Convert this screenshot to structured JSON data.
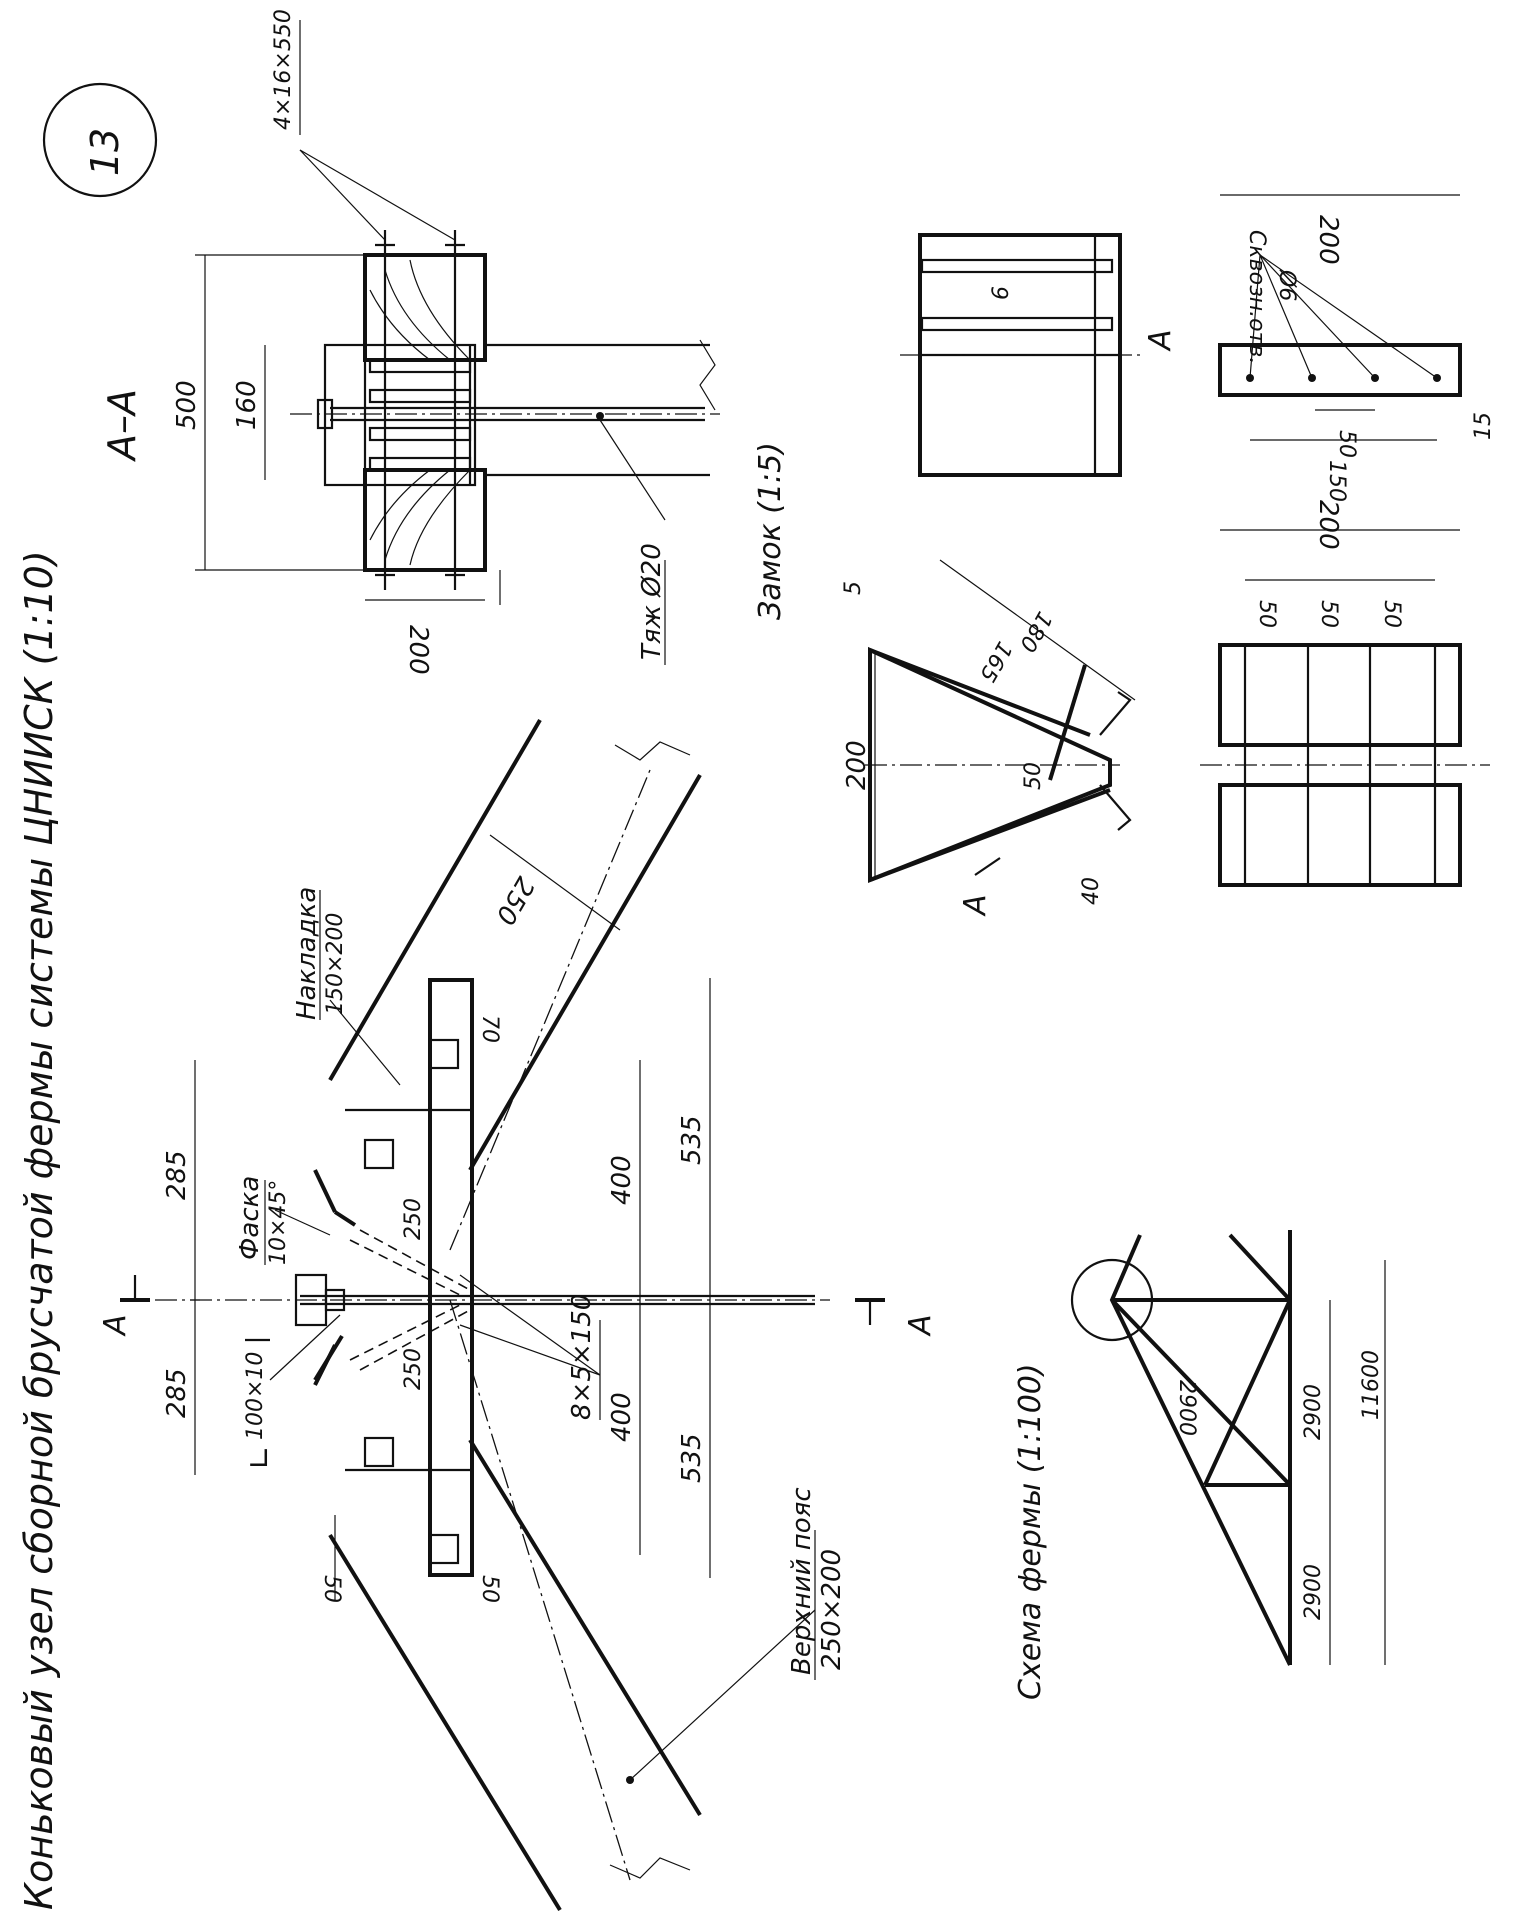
{
  "sheet_number": "13",
  "title": "Коньковый узел сборной брусчатой фермы системы ЦНИИСК (1:10)",
  "main_view": {
    "section_marker": "А",
    "angle_label": "100×10",
    "chamfer_label": "Фаска",
    "chamfer_size": "10×45°",
    "overlay_label": "Накладка",
    "overlay_size": "150×200",
    "strip_label": "8×5×150",
    "chord_label": "Верхний пояс",
    "chord_size": "250×200",
    "dims": {
      "left_285": "285",
      "right_285": "285",
      "left_250": "250",
      "right_250": "250",
      "left_400": "400",
      "right_400": "400",
      "left_535": "535",
      "right_535": "535",
      "left_50": "50",
      "left_50b": "50",
      "right_70": "70",
      "beam_250": "250"
    }
  },
  "section_aa": {
    "title": "А–А",
    "dim_500": "500",
    "dim_160": "160",
    "dim_200": "200",
    "strip_label": "4×16×550",
    "rod_label": "Тяж Ø20"
  },
  "lock": {
    "title": "Замок (1:5)",
    "view_marker": "А",
    "dim_200": "200",
    "dim_165": "165",
    "dim_180": "180",
    "dim_5": "5",
    "dim_50": "50",
    "dim_40": "40",
    "dim_6": "6",
    "plate_dim_200": "200",
    "plate_dim_50a": "50",
    "plate_dim_50b": "50",
    "plate_dim_50c": "50",
    "holes_label": "Сквозн.отв.",
    "holes_dia": "Ø6",
    "holes_dim_200": "200",
    "holes_dim_50": "50",
    "holes_dim_150": "150",
    "holes_dim_15": "15"
  },
  "truss_scheme": {
    "title": "Схема фермы (1:100)",
    "dim_2900_height": "2900",
    "dim_2900_a": "2900",
    "dim_2900_b": "2900",
    "dim_11600": "11600"
  }
}
